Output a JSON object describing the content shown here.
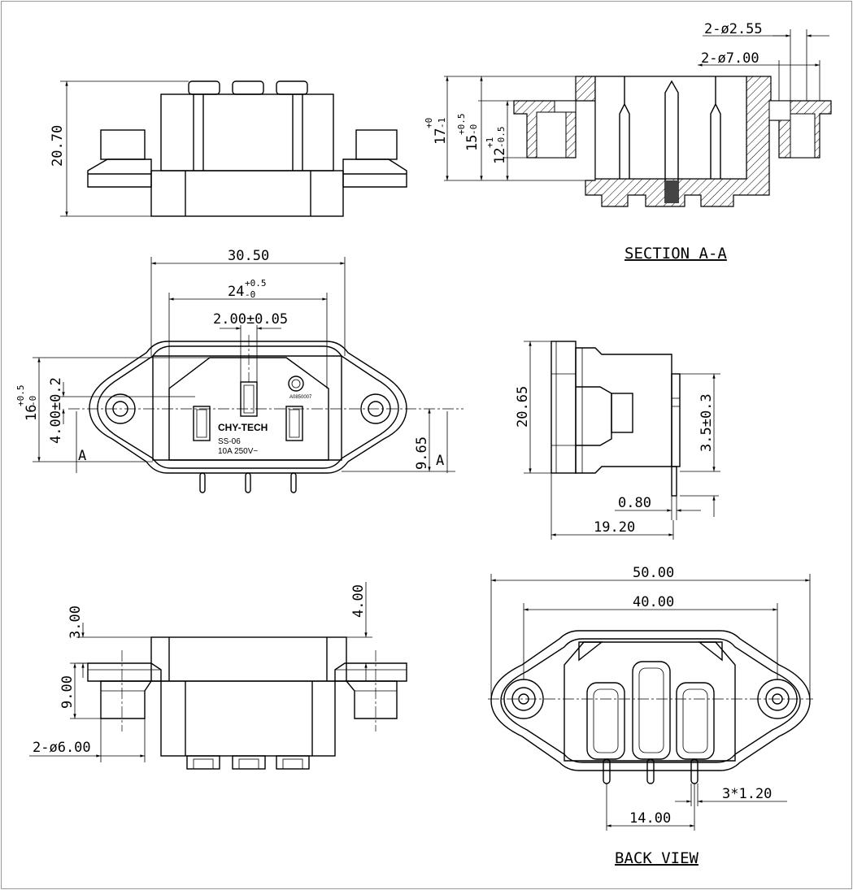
{
  "brand": {
    "logo_text": "CHY-TECH",
    "model": "SS-06",
    "rating": "10A 250V~",
    "cert_mark": "CCC",
    "cert_code": "A0850007"
  },
  "section_labels": {
    "section": "SECTION A-A",
    "back": "BACK VIEW",
    "cut_left": "A",
    "cut_right": "A"
  },
  "dims": {
    "side_height": "20.70",
    "holes_small": "2-ø2.55",
    "holes_large": "2-ø7.00",
    "sec_h17": "17",
    "sec_h17_tol_up": "+0",
    "sec_h17_tol_dn": "-1",
    "sec_h15": "15",
    "sec_h15_tol_up": "+0.5",
    "sec_h15_tol_dn": "-0",
    "sec_h12": "12",
    "sec_h12_tol_up": "+1",
    "sec_h12_tol_dn": "-0.5",
    "front_width": "30.50",
    "front_inner": "24",
    "front_inner_tol_up": "+0.5",
    "front_inner_tol_dn": "-0",
    "pin_width": "2.00±0.05",
    "front_h16": "16",
    "front_h16_tol_up": "+0.5",
    "front_h16_tol_dn": "-0",
    "pin_offset": "4.00±0.2",
    "hole_offset": "9.65",
    "side2_height": "20.65",
    "pin_drop": "3.5±0.3",
    "pin_thick": "0.80",
    "side2_depth": "19.20",
    "bottom_flange": "3.00",
    "bottom_top": "4.00",
    "bottom_boss": "9.00",
    "boss_dia": "2-ø6.00",
    "back_total": "50.00",
    "back_holes": "40.00",
    "back_pin_pitch": "14.00",
    "back_pin_w": "3*1.20"
  }
}
